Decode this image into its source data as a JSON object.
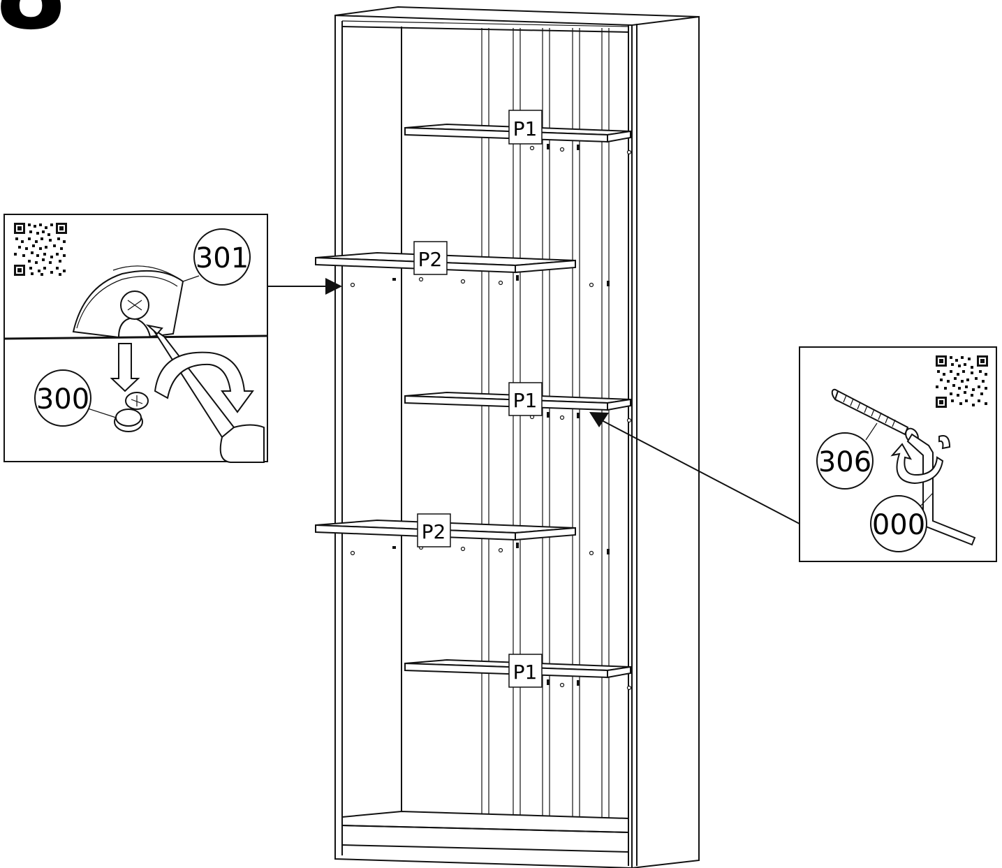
{
  "step_number": "8",
  "shelf_labels": {
    "top": "P1",
    "upper_left": "P2",
    "middle": "P1",
    "lower_left": "P2",
    "bottom": "P1"
  },
  "detail_left": {
    "part_upper": "301",
    "part_lower": "300"
  },
  "detail_right": {
    "part_screw": "306",
    "part_tool": "000"
  }
}
